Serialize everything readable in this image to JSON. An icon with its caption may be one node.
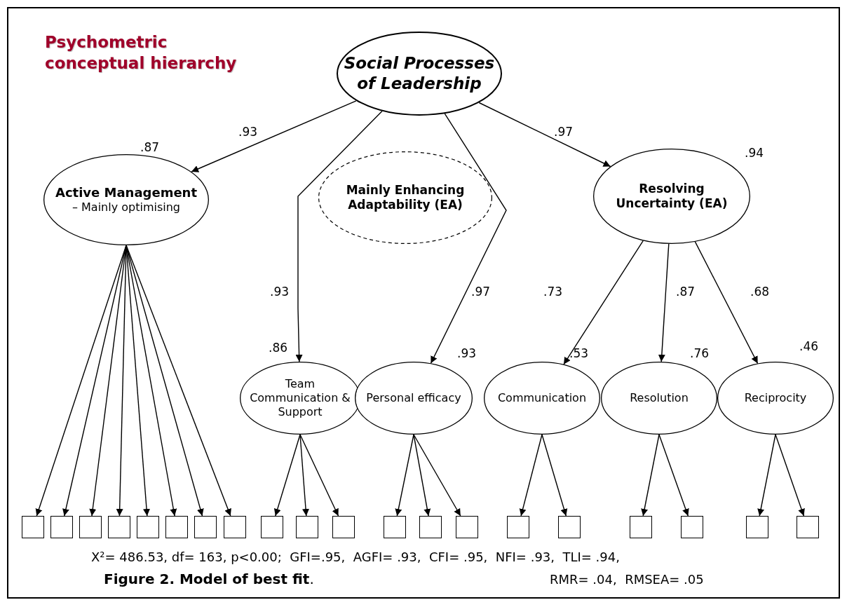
{
  "diagram": {
    "title": "Psychometric conceptual hierarchy",
    "caption": "**Figure 2. Model of best fit**.",
    "nodes": [
      {
        "text": [
          "Social Processes of Leadership"
        ]
      },
      {
        "text": [
          "Active Management",
          "– Mainly optimising"
        ],
        "beside": [
          ".87"
        ]
      },
      {
        "text": [
          "Mainly Enhancing Adaptability (EA)"
        ]
      },
      {
        "text": [
          "Resolving Uncertainty (EA)"
        ],
        "beside": [
          ".94"
        ]
      },
      {
        "text": [
          "Team Communication & Support"
        ],
        "beside": [
          ".86"
        ]
      },
      {
        "text": [
          "Personal efficacy"
        ],
        "beside": [
          ".93"
        ]
      },
      {
        "text": [
          "Communication"
        ],
        "beside": [
          ".53"
        ]
      },
      {
        "text": [
          "Resolution"
        ],
        "beside": [
          ".76"
        ]
      },
      {
        "text": [
          "Reciprocity"
        ],
        "beside": [
          ".46"
        ]
      },
      {
        "text": [],
        "shape": "box"
      },
      {
        "text": [],
        "shape": "box"
      },
      {
        "text": [],
        "shape": "box"
      },
      {
        "text": [],
        "shape": "box"
      },
      {
        "text": [],
        "shape": "box"
      },
      {
        "text": [],
        "shape": "box"
      },
      {
        "text": [],
        "shape": "box"
      },
      {
        "text": [],
        "shape": "box"
      },
      {
        "text": [],
        "shape": "box"
      },
      {
        "text": [],
        "shape": "box"
      },
      {
        "text": [],
        "shape": "box"
      },
      {
        "text": [],
        "shape": "box"
      },
      {
        "text": [],
        "shape": "box"
      },
      {
        "text": [],
        "shape": "box"
      },
      {
        "text": [],
        "shape": "box"
      },
      {
        "text": [],
        "shape": "box"
      },
      {
        "text": [],
        "shape": "box"
      },
      {
        "text": [],
        "shape": "box"
      },
      {
        "text": [],
        "shape": "box"
      },
      {
        "text": [],
        "shape": "box"
      }
    ],
    "edges": [
      {
        "from": 0,
        "to": 1,
        "arrow": "to",
        "label": ".93"
      },
      {
        "from": 0,
        "to": 3,
        "arrow": "to",
        "label": ".97"
      },
      {
        "from": 0,
        "to": 4,
        "arrow": "to",
        "label": ".93"
      },
      {
        "from": 0,
        "to": 5,
        "arrow": "to",
        "label": ".97"
      },
      {
        "from": 3,
        "to": 6,
        "arrow": "to",
        "label": ".73"
      },
      {
        "from": 3,
        "to": 7,
        "arrow": "to",
        "label": ".87"
      },
      {
        "from": 3,
        "to": 8,
        "arrow": "to",
        "label": ".68"
      },
      {
        "from": 1,
        "to": 9,
        "arrow": "to"
      },
      {
        "from": 1,
        "to": 10,
        "arrow": "to"
      },
      {
        "from": 1,
        "to": 11,
        "arrow": "to"
      },
      {
        "from": 1,
        "to": 12,
        "arrow": "to"
      },
      {
        "from": 1,
        "to": 13,
        "arrow": "to"
      },
      {
        "from": 1,
        "to": 14,
        "arrow": "to"
      },
      {
        "from": 1,
        "to": 15,
        "arrow": "to"
      },
      {
        "from": 1,
        "to": 16,
        "arrow": "to"
      },
      {
        "from": 4,
        "to": 17,
        "arrow": "to"
      },
      {
        "from": 4,
        "to": 18,
        "arrow": "to"
      },
      {
        "from": 4,
        "to": 19,
        "arrow": "to"
      },
      {
        "from": 5,
        "to": 20,
        "arrow": "to"
      },
      {
        "from": 5,
        "to": 21,
        "arrow": "to"
      },
      {
        "from": 5,
        "to": 22,
        "arrow": "to"
      },
      {
        "from": 6,
        "to": 23,
        "arrow": "to"
      },
      {
        "from": 6,
        "to": 24,
        "arrow": "to"
      },
      {
        "from": 7,
        "to": 25,
        "arrow": "to"
      },
      {
        "from": 7,
        "to": 26,
        "arrow": "to"
      },
      {
        "from": 8,
        "to": 27,
        "arrow": "to"
      },
      {
        "from": 8,
        "to": 28,
        "arrow": "to"
      }
    ],
    "labels": [
      "X²= 486.53, df= 163, p<0.00;  GFI=.95,  AGFI= .93,  CFI= .95,  NFI= .93,  TLI= .94,",
      "RMR= .04,  RMSEA= .05"
    ]
  }
}
